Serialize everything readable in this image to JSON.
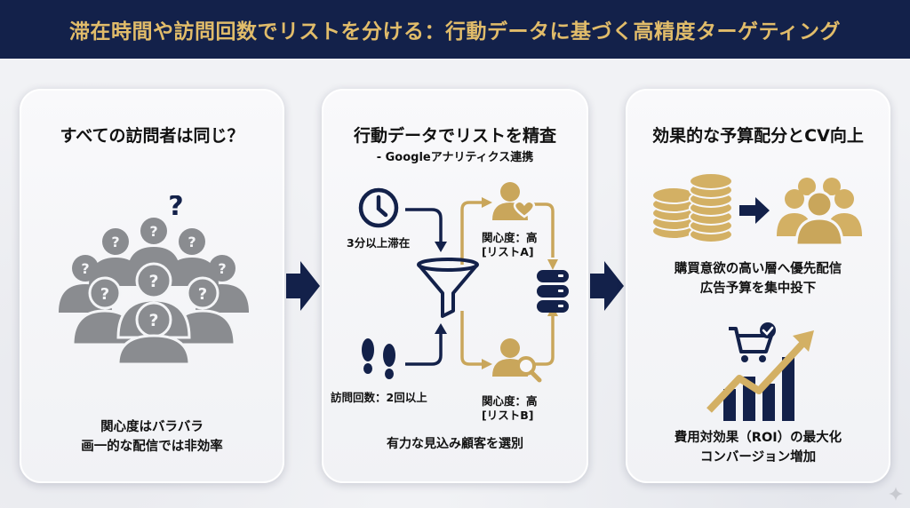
{
  "header": {
    "title": "滞在時間や訪問回数でリストを分ける：行動データに基づく高精度ターゲティング"
  },
  "panel1": {
    "title": "すべての訪問者は同じ？",
    "footer_line1": "関心度はバラバラ",
    "footer_line2": "画一的な配信では非効率"
  },
  "panel2": {
    "title": "行動データでリストを精査",
    "subtitle": "- Googleアナリティクス連携",
    "stay_label": "3分以上滞在",
    "visit_label": "訪問回数：2回以上",
    "list_a_line1": "関心度：高",
    "list_a_line2": "[リストA]",
    "list_b_line1": "関心度：高",
    "list_b_line2": "[リストB]",
    "footer": "有力な見込み顧客を選別"
  },
  "panel3": {
    "title": "効果的な予算配分とCV向上",
    "mid_line1": "購買意欲の高い層へ優先配信",
    "mid_line2": "広告予算を集中投下",
    "footer_line1": "費用対効果（ROI）の最大化",
    "footer_line2": "コンバージョン増加"
  },
  "colors": {
    "navy": "#13214a",
    "gold": "#c9a65b",
    "gray": "#8a8c90"
  }
}
